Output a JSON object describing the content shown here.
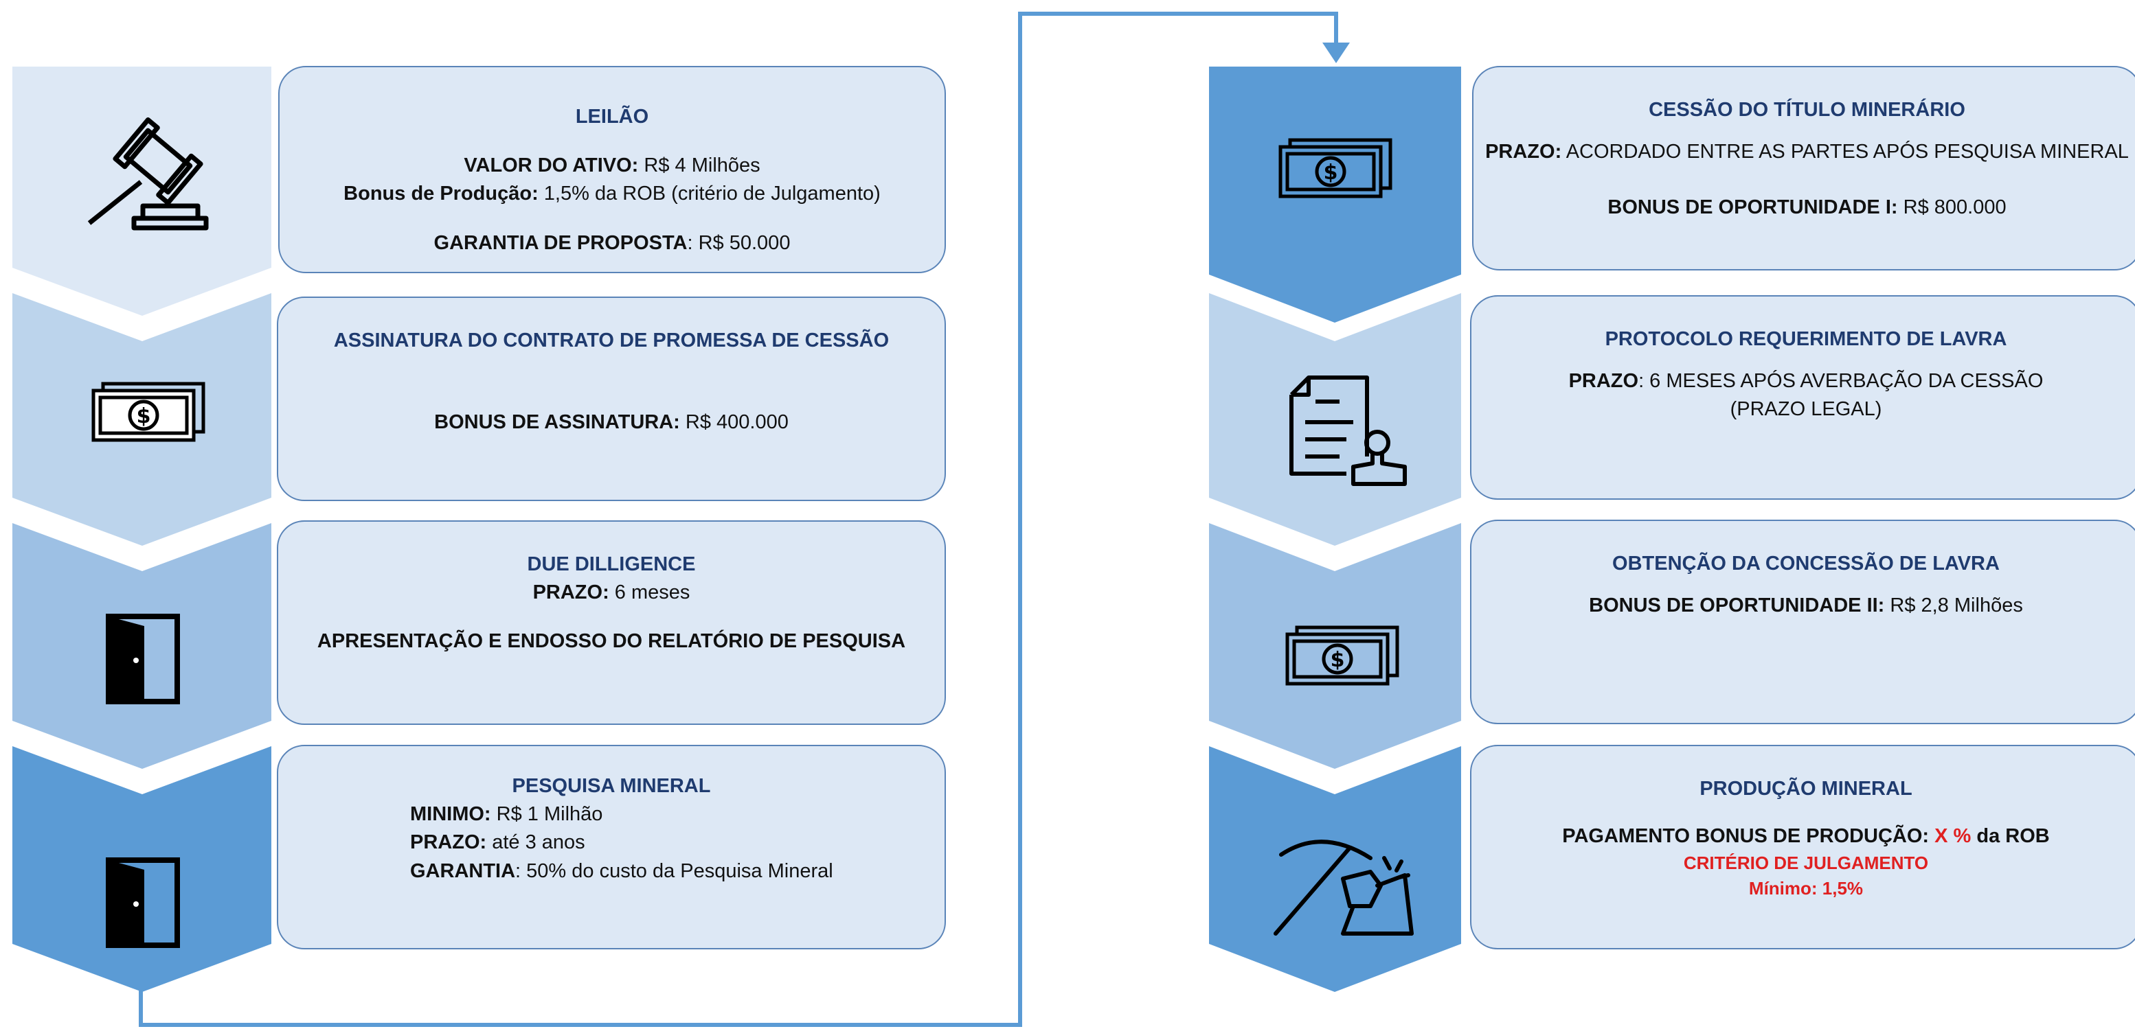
{
  "colors": {
    "light": "#dde8f5",
    "mid1": "#bcd4ec",
    "mid2": "#9dc0e4",
    "dark": "#5b9bd5",
    "border": "#5a84b8",
    "title": "#1f3b6f",
    "connector": "#5b9bd5",
    "red": "#e02020"
  },
  "left_steps": [
    {
      "icon": "gavel-icon",
      "title": "LEILÃO",
      "l1_label": "VALOR DO ATIVO:",
      "l1_value": " R$ 4 Milhões",
      "l2_label": "Bonus de Produção:",
      "l2_value": " 1,5% da ROB (critério de Julgamento)",
      "l3_label": "GARANTIA DE PROPOSTA",
      "l3_value": ": R$ 50.000"
    },
    {
      "icon": "money-icon",
      "title": "ASSINATURA DO CONTRATO DE PROMESSA DE CESSÃO",
      "l1_label": "BONUS DE ASSINATURA:",
      "l1_value": " R$ 400.000"
    },
    {
      "icon": "door-icon",
      "title": "DUE DILLIGENCE",
      "l1_label": "PRAZO:",
      "l1_value": " 6 meses",
      "l2_label": "APRESENTAÇÃO E ENDOSSO DO RELATÓRIO DE PESQUISA"
    },
    {
      "icon": "door-icon",
      "title": "PESQUISA MINERAL",
      "l1_label": "MINIMO:",
      "l1_value": " R$ 1 Milhão",
      "l2_label": "PRAZO:",
      "l2_value": " até 3 anos",
      "l3_label": "GARANTIA",
      "l3_value": ": 50% do custo da Pesquisa Mineral"
    }
  ],
  "right_steps": [
    {
      "icon": "money-icon",
      "title": "CESSÃO DO TÍTULO MINERÁRIO",
      "l1_label": "PRAZO:",
      "l1_value": " ACORDADO ENTRE AS PARTES APÓS PESQUISA MINERAL",
      "l2_label": "BONUS DE OPORTUNIDADE I:",
      "l2_value": " R$ 800.000"
    },
    {
      "icon": "document-stamp-icon",
      "title": "PROTOCOLO REQUERIMENTO DE LAVRA",
      "l1_label": "PRAZO",
      "l1_value": ": 6 MESES APÓS AVERBAÇÃO DA CESSÃO",
      "l2_value": "(PRAZO LEGAL)"
    },
    {
      "icon": "money-icon",
      "title": "OBTENÇÃO DA CONCESSÃO DE LAVRA",
      "l1_label": "BONUS DE OPORTUNIDADE II:",
      "l1_value": " R$ 2,8 Milhões"
    },
    {
      "icon": "pickaxe-icon",
      "title": "PRODUÇÃO  MINERAL",
      "l1_label": "PAGAMENTO BONUS DE PRODUÇÃO: ",
      "l1_red": "X %",
      "l1_value": " da ROB",
      "l2_red": "CRITÉRIO DE JULGAMENTO",
      "l3_red": "Mínimo: 1,5%"
    }
  ]
}
